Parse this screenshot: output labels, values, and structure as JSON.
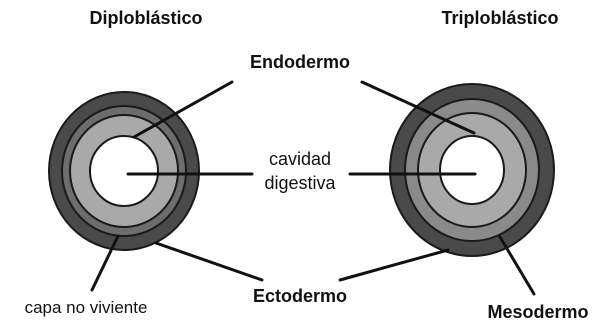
{
  "titles": {
    "left": "Diploblástico",
    "right": "Triploblástico"
  },
  "labels": {
    "endodermo": "Endodermo",
    "cavidad_line1": "cavidad",
    "cavidad_line2": "digestiva",
    "ectodermo": "Ectodermo",
    "mesodermo": "Mesodermo",
    "capa_no_viviente": "capa no viviente"
  },
  "colors": {
    "outer_layer": "#4a4a4a",
    "dark_ring": "#6d6d6d",
    "mid_ring": "#8a8a8a",
    "light_ring": "#a9a9a9",
    "cavity": "#ffffff",
    "ring_border": "#1a1a1a"
  }
}
